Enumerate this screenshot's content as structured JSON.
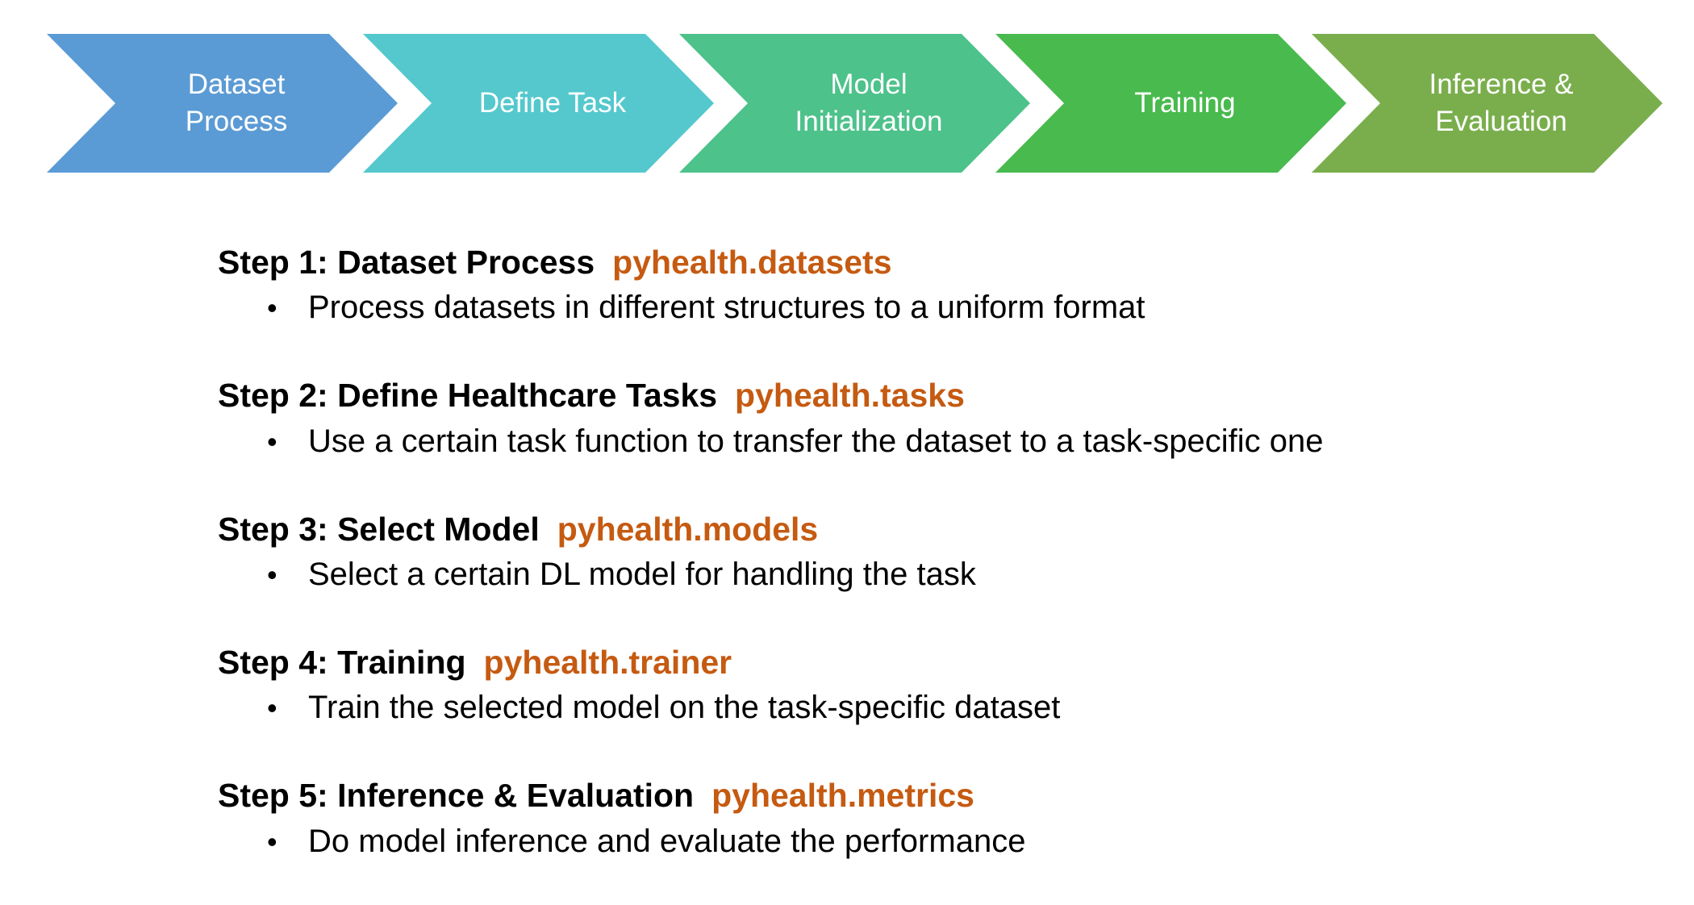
{
  "pipeline": {
    "chevrons": [
      {
        "label": "Dataset\nProcess",
        "color": "#5B9BD5"
      },
      {
        "label": "Define Task",
        "color": "#54C8CD"
      },
      {
        "label": "Model\nInitialization",
        "color": "#4DC28B"
      },
      {
        "label": "Training",
        "color": "#49BA4E"
      },
      {
        "label": "Inference &\nEvaluation",
        "color": "#7AAE4D"
      }
    ]
  },
  "details": [
    {
      "heading": "Step 1: Dataset Process",
      "module": "pyhealth.datasets",
      "bullet": "Process datasets in different structures to a uniform format"
    },
    {
      "heading": "Step 2: Define Healthcare Tasks",
      "module": "pyhealth.tasks",
      "bullet": "Use a certain task function to transfer the dataset to a task-specific one"
    },
    {
      "heading": "Step 3: Select Model",
      "module": "pyhealth.models",
      "bullet": "Select a certain DL model for handling the task"
    },
    {
      "heading": "Step 4: Training",
      "module": "pyhealth.trainer",
      "bullet": "Train the selected model on the task-specific dataset"
    },
    {
      "heading": "Step 5: Inference & Evaluation",
      "module": "pyhealth.metrics",
      "bullet": "Do model inference and evaluate the performance"
    }
  ],
  "colors": {
    "module_accent": "#C55A11",
    "heading_text": "#000000",
    "chevron_text": "#FFFFFF"
  },
  "bullet_char": "•"
}
